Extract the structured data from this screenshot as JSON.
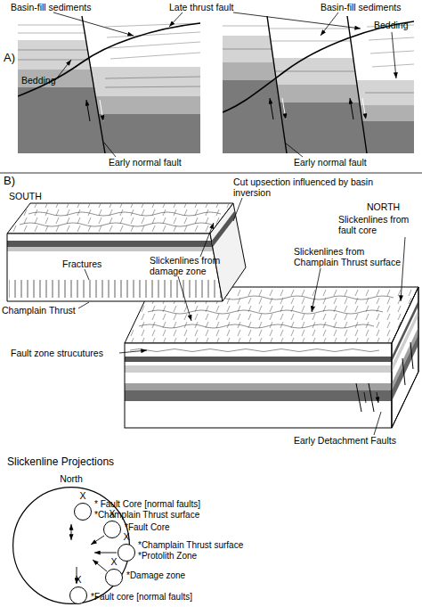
{
  "diagram": {
    "nodes": [
      {
        "text": [
          "North"
        ]
      },
      {
        "text": [
          "X"
        ],
        "in": 0
      },
      {
        "text": [
          "X"
        ],
        "in": 0
      },
      {
        "text": [
          "X"
        ],
        "in": 0
      },
      {
        "text": [
          "X"
        ],
        "in": 0
      },
      {
        "text": [
          "X"
        ],
        "in": 0
      }
    ],
    "labels": [
      "A)",
      "Basin-fill sediments",
      "Late thrust fault",
      "Basin-fill sediments",
      "Bedding",
      "Bedding",
      "Early normal fault",
      "Early normal fault",
      "B)",
      "SOUTH",
      "Cut upsection influenced by basin inversion",
      "NORTH",
      "Slickenlines from fault core",
      "Slickenlines from damage zone",
      "Slickenlines from Champlain Thrust surface",
      "Fractures",
      "Champlain Thrust",
      "Fault zone strucutures",
      "Early Detachment Faults",
      "Slickenline Projections",
      "* Fault Core [normal faults]",
      "*Champlain Thrust surface",
      "*Fault Core",
      "*Champlain Thrust surface",
      "*Protolith Zone",
      "*Damage zone",
      "*Fault core [normal faults]"
    ]
  }
}
